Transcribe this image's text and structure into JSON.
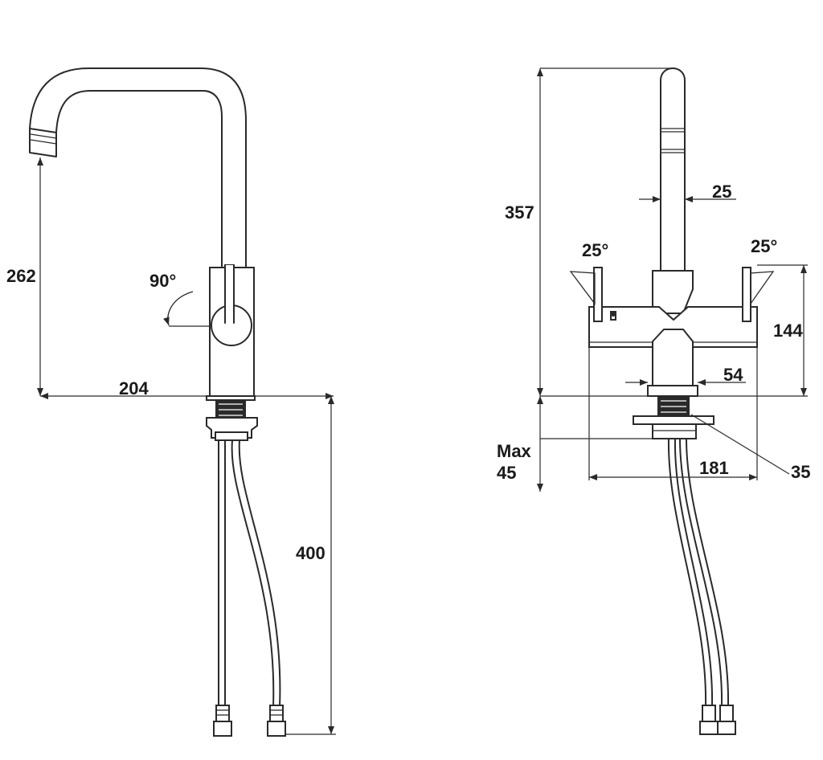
{
  "side_view": {
    "height_label": "262",
    "reach_label": "204",
    "rotation_label": "90°",
    "hose_length_label": "400"
  },
  "front_view": {
    "total_height_label": "357",
    "spout_diameter_label": "25",
    "left_lever_angle_label": "25°",
    "right_lever_angle_label": "25°",
    "body_height_label": "144",
    "base_diameter_label": "54",
    "thickness_label_line1": "Max",
    "thickness_label_line2": "45",
    "body_width_label": "181",
    "hole_diameter_label": "35"
  }
}
